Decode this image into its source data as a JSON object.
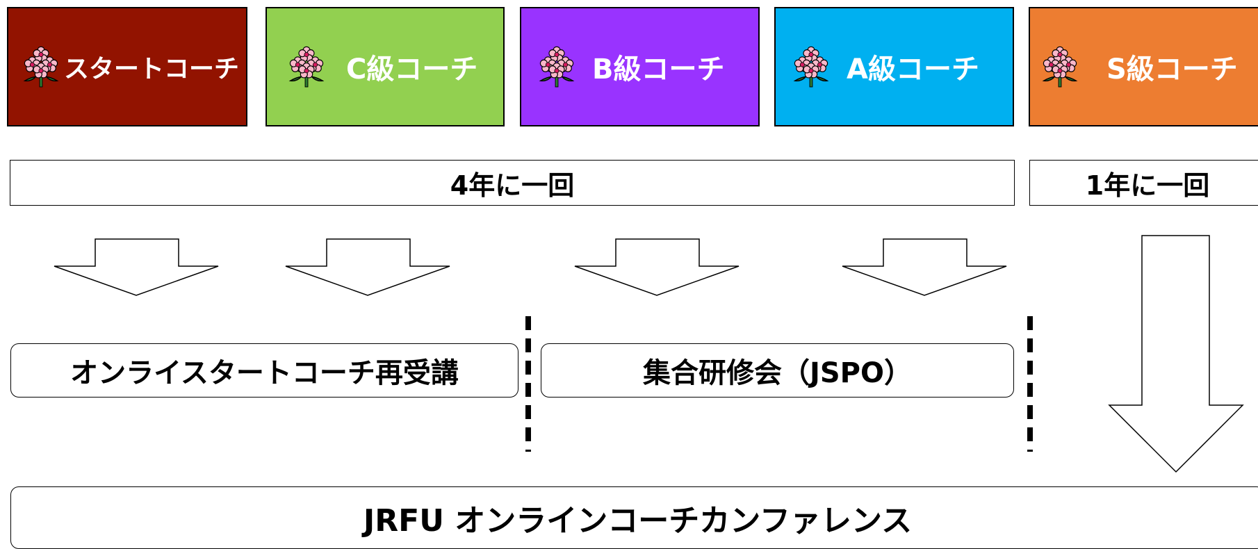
{
  "levels": [
    {
      "label": "スタートコーチ",
      "color": "#921300"
    },
    {
      "label": "C級コーチ",
      "color": "#92D050"
    },
    {
      "label": "B級コーチ",
      "color": "#9933FF"
    },
    {
      "label": "A級コーチ",
      "color": "#00B0F0"
    },
    {
      "label": "S級コーチ",
      "color": "#ED7D31"
    }
  ],
  "frequency": {
    "every_four_years": "4年に一回",
    "every_year": "1年に一回"
  },
  "programs": {
    "start_relearning": "オンライスタートコーチ再受講",
    "group_training": "集合研修会（JSPO）",
    "conference": "JRFU オンラインコーチカンファレンス"
  },
  "icon": "rugby-emblem-icon"
}
